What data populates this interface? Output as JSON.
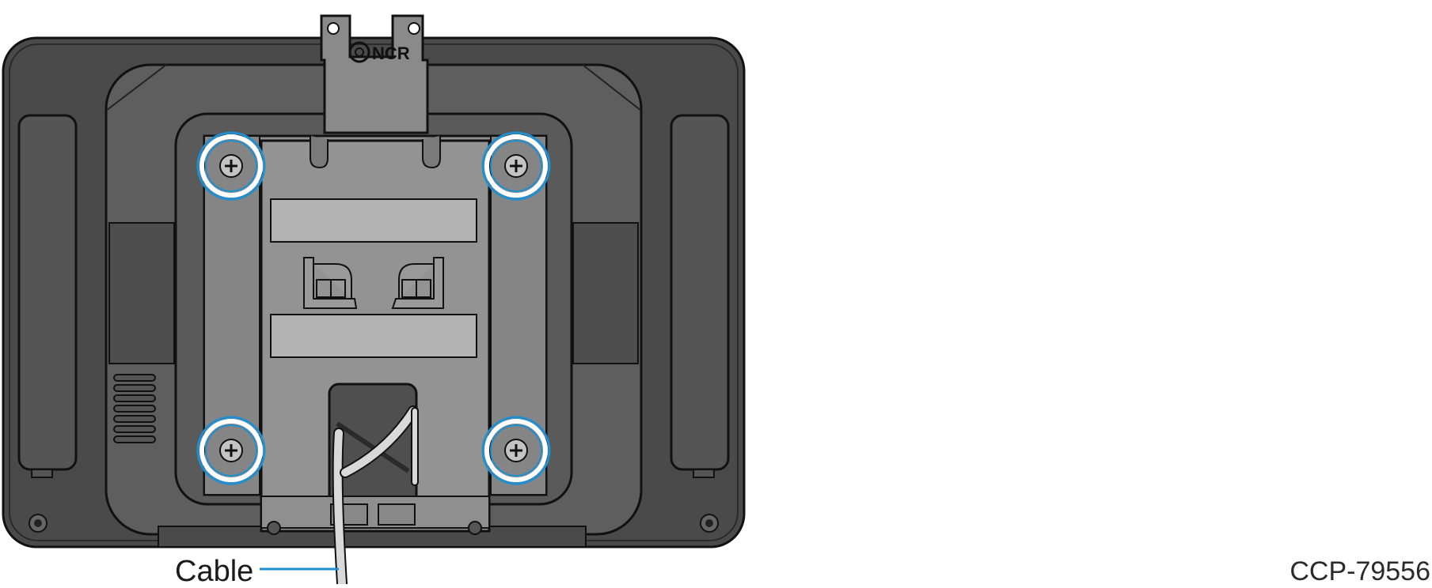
{
  "figure": {
    "callout_label": "Cable",
    "reference_code": "CCP-79556",
    "logo_text": "NCR"
  },
  "callouts": {
    "screw_count": 4
  },
  "colors": {
    "housing_outer": "#4a4a4a",
    "housing_inner": "#5e5e5e",
    "bracket": "#8f8f8f",
    "bracket_dark": "#7a7a7a",
    "label_panel": "#b3b3b3",
    "screw_highlight": "#1e8fd0",
    "callout_line": "#1e8fd0",
    "cable": "#d9d9d9",
    "green_tab": "#2e9e3a",
    "outline": "#111111"
  },
  "icons": [
    "screw-icon",
    "vent-icon",
    "logo-icon"
  ]
}
